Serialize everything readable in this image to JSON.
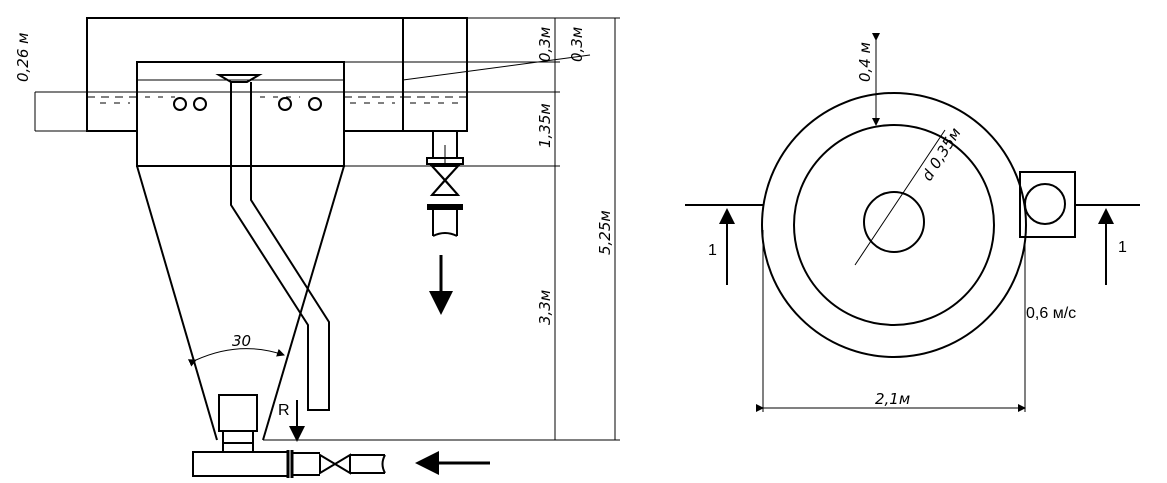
{
  "left_view": {
    "dim_026": "0,26 м",
    "dim_03a": "0,3м",
    "dim_03b": "0,3м",
    "dim_135": "1,35м",
    "dim_33": "3,3м",
    "dim_525": "5,25м",
    "angle": "30",
    "label_r": "R"
  },
  "right_view": {
    "dim_04": "0,4 м",
    "dim_d": "d 0,35м",
    "dim_21": "2,1м",
    "velocity": "0,6 м/с",
    "section_left": "1",
    "section_right": "1"
  }
}
